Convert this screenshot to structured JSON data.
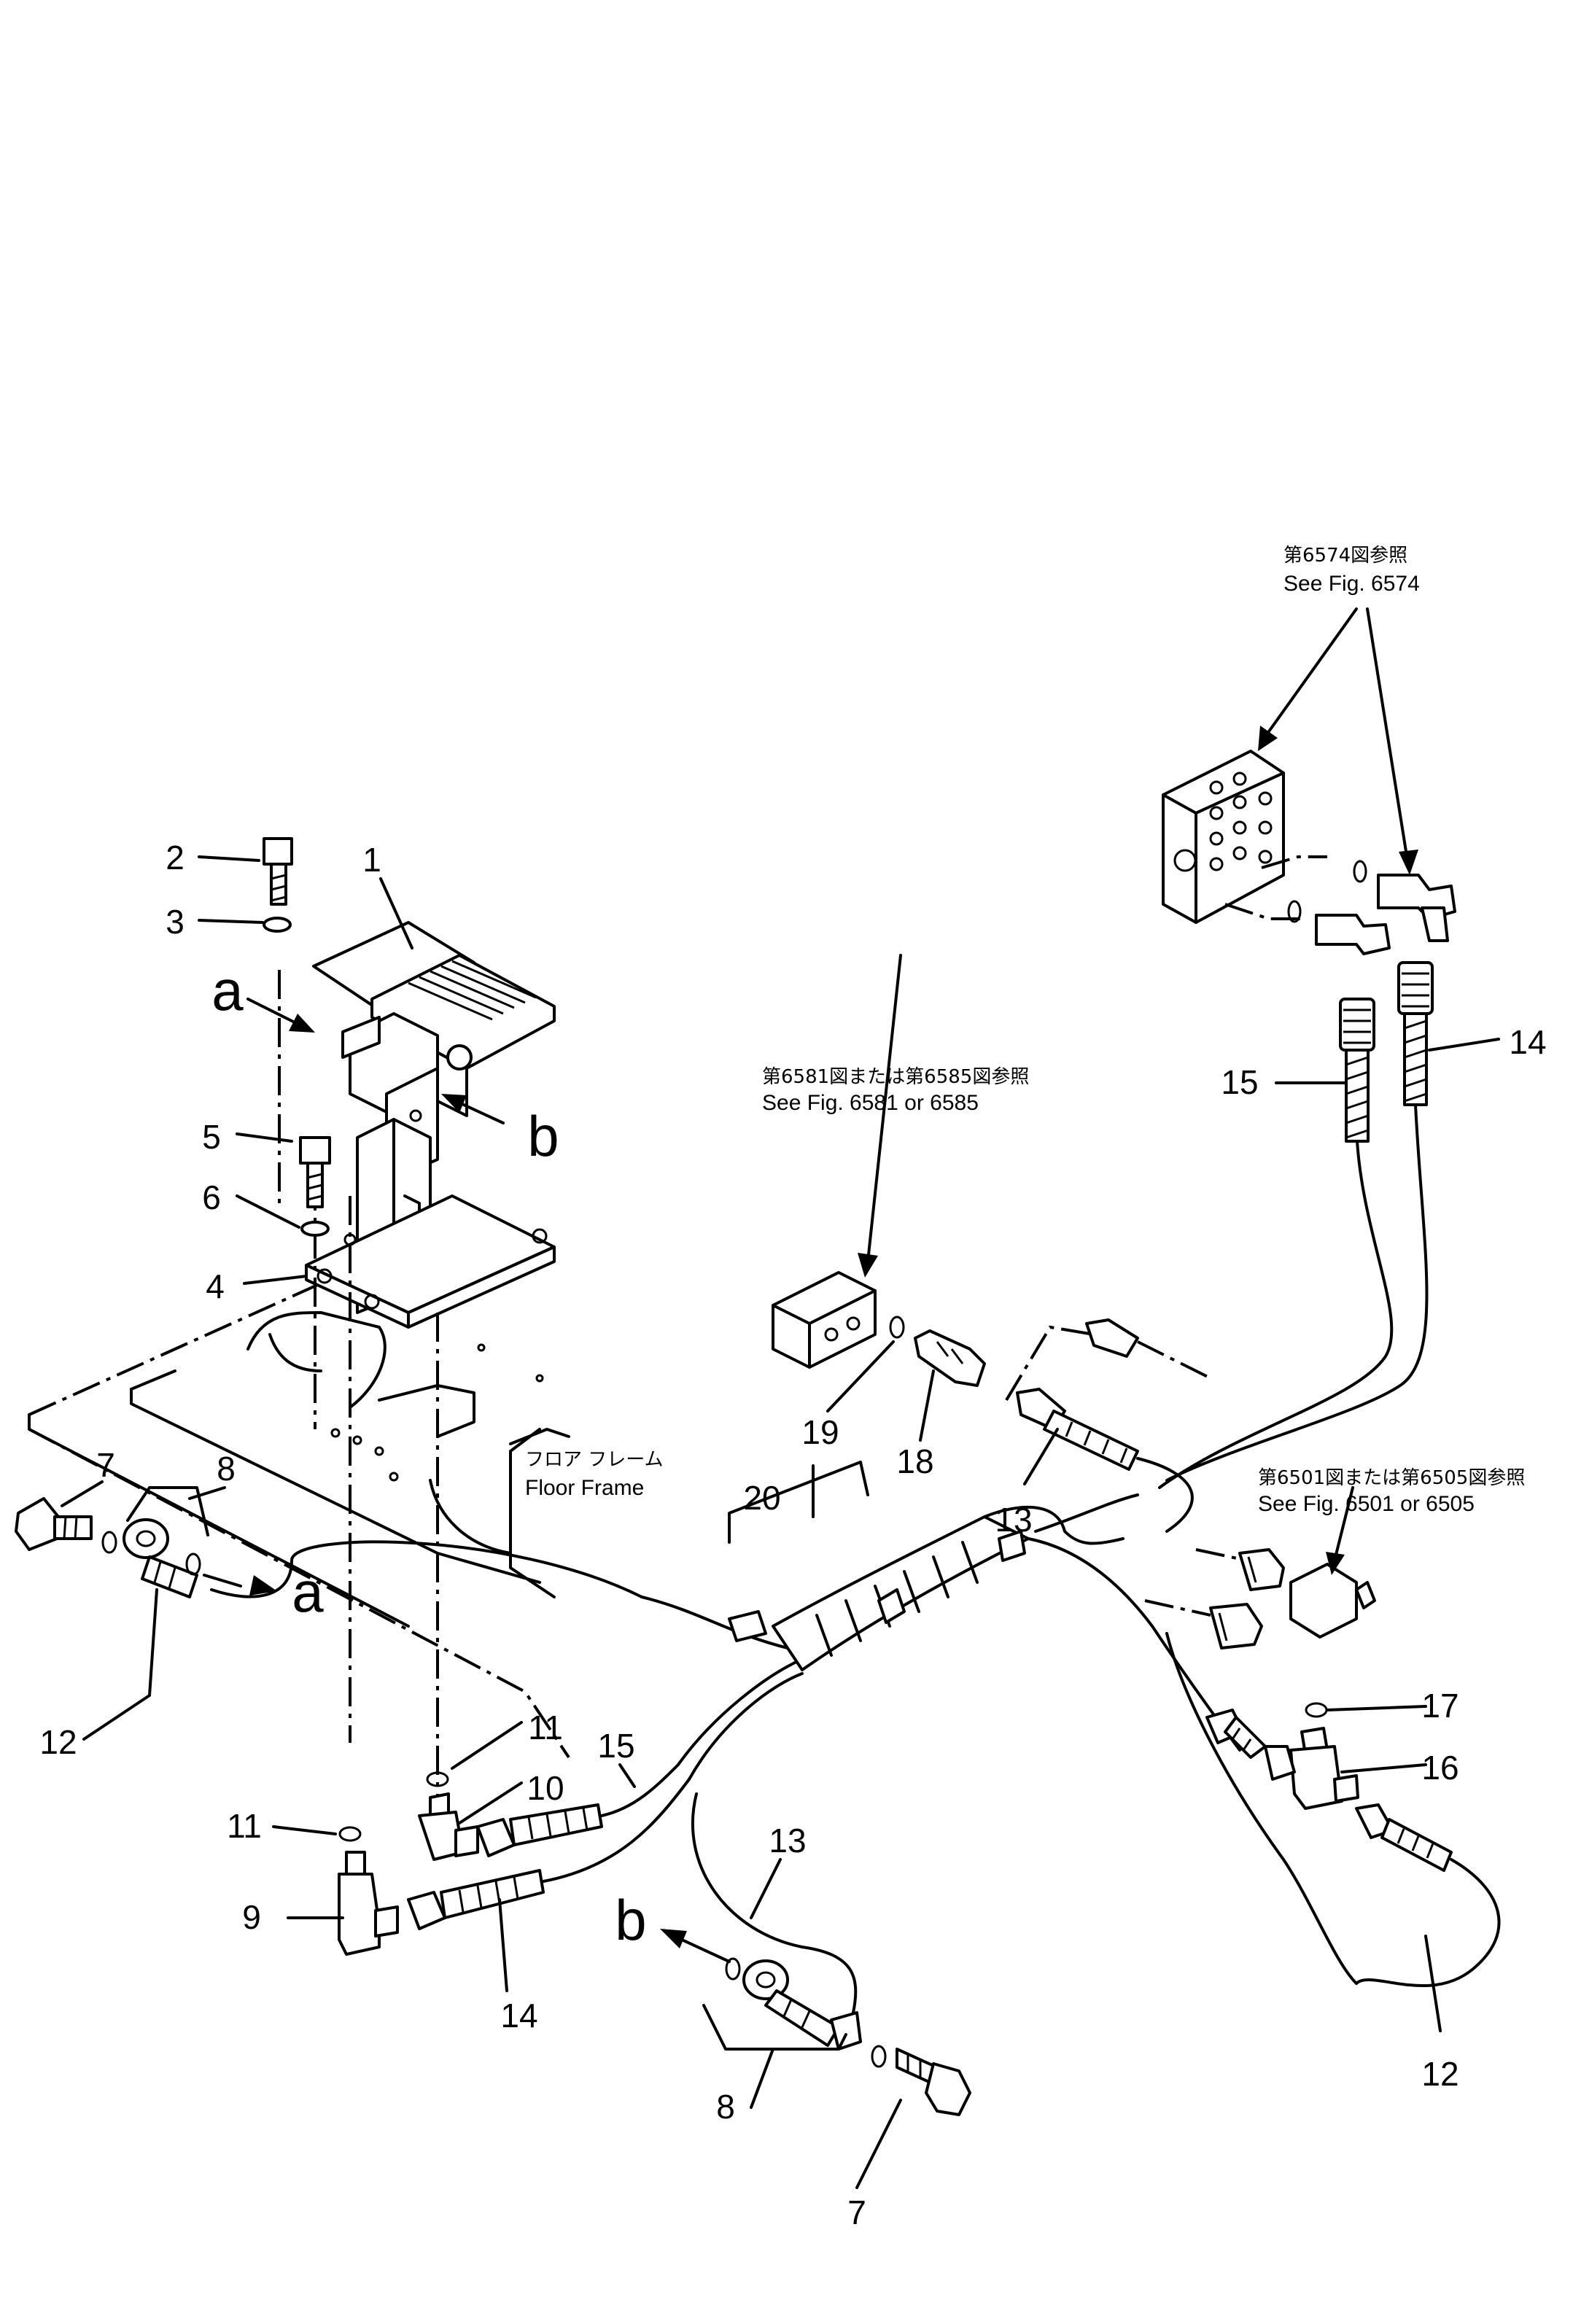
{
  "refs": {
    "fig6574": {
      "jp": "第6574図参照",
      "en": "See Fig. 6574"
    },
    "fig6581": {
      "jp": "第6581図または第6585図参照",
      "en": "See Fig. 6581 or 6585"
    },
    "fig6501": {
      "jp": "第6501図または第6505図参照",
      "en": "See Fig. 6501 or 6505"
    },
    "floor_frame": {
      "jp": "フロア フレーム",
      "en": "Floor Frame"
    }
  },
  "views": {
    "a": "a",
    "b": "b"
  },
  "part_labels": [
    "1",
    "2",
    "3",
    "4",
    "5",
    "6",
    "7",
    "8",
    "9",
    "10",
    "11",
    "12",
    "13",
    "14",
    "15",
    "16",
    "17",
    "18",
    "19",
    "20"
  ]
}
